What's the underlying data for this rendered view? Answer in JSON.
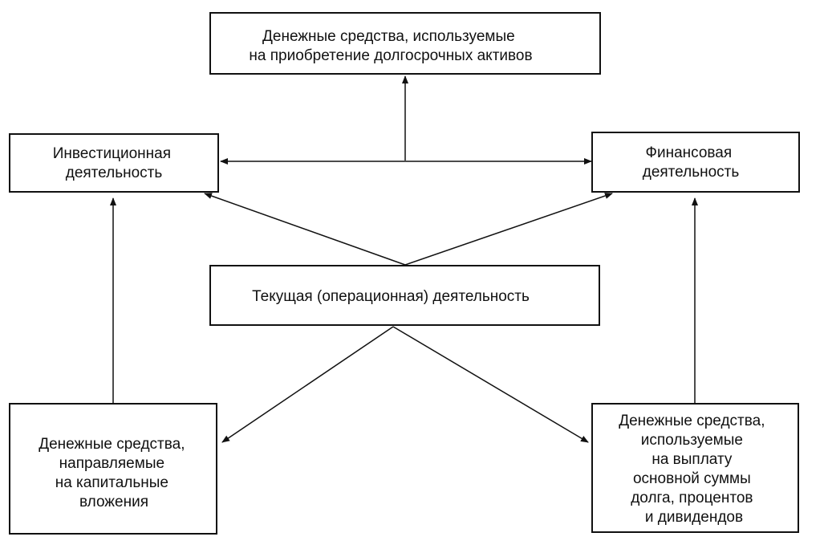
{
  "colors": {
    "line": "#111111",
    "background": "#ffffff"
  },
  "nodes": {
    "long_term_assets": {
      "lines": [
        "Денежные средства, используемые",
        "на приобретение долгосрочных активов"
      ]
    },
    "investment": {
      "lines": [
        "Инвестиционная",
        "деятельность"
      ]
    },
    "financial": {
      "lines": [
        "Финансовая",
        "деятельность"
      ]
    },
    "operating": {
      "lines": [
        "Текущая (операционная) деятельность"
      ]
    },
    "capital_investments": {
      "lines": [
        "Денежные средства,",
        "направляемые",
        "на капитальные",
        "вложения"
      ]
    },
    "debt_payments": {
      "lines": [
        "Денежные средства,",
        "используемые",
        "на выплату",
        "основной суммы",
        "долга, процентов",
        "и дивидендов"
      ]
    }
  },
  "edges": [
    {
      "from": "investment",
      "to": "long_term_assets"
    },
    {
      "from": "investment",
      "to": "financial",
      "bidirectional": true
    },
    {
      "from": "operating",
      "to": "investment"
    },
    {
      "from": "operating",
      "to": "financial"
    },
    {
      "from": "operating",
      "to": "capital_investments"
    },
    {
      "from": "operating",
      "to": "debt_payments"
    },
    {
      "from": "capital_investments",
      "to": "investment"
    },
    {
      "from": "debt_payments",
      "to": "financial"
    }
  ]
}
